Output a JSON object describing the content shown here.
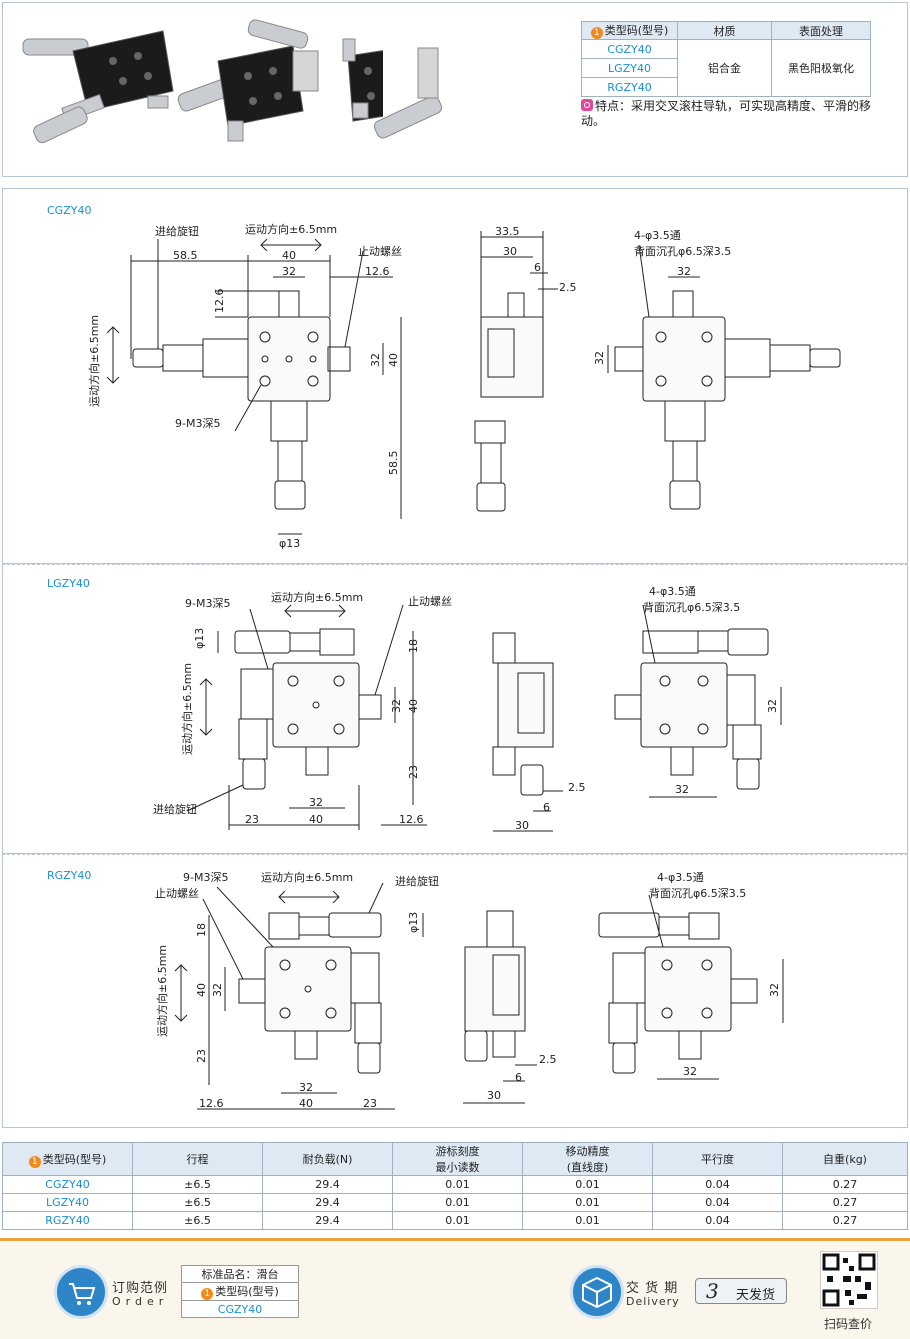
{
  "spec_table": {
    "headers": [
      "类型码(型号)",
      "材质",
      "表面处理"
    ],
    "models": [
      "CGZY40",
      "LGZY40",
      "RGZY40"
    ],
    "material": "铝合金",
    "surface": "黑色阳极氧化"
  },
  "feature_text": "特点：采用交叉滚柱导轨，可实现高精度、平滑的移动。",
  "sections": {
    "cgzy": {
      "title": "CGZY40",
      "labels": {
        "feed_knob": "进给旋钮",
        "motion_dir": "运动方向±6.5mm",
        "stop_screw": "止动螺丝",
        "motion_vertical": "运动方向±6.5mm",
        "tap": "9-M3深5",
        "through_hole": "4-φ3.5通",
        "counterbore": "背面沉孔φ6.5深3.5"
      },
      "dims": {
        "d58_5": "58.5",
        "d40": "40",
        "d32": "32",
        "d12_6": "12.6",
        "d12_6b": "12.6",
        "d32v": "32",
        "d40v": "40",
        "d58_5v": "58.5",
        "d13": "φ13",
        "d33_5": "33.5",
        "d30": "30",
        "d6": "6",
        "d2_5": "2.5",
        "d32r": "32",
        "d32rv": "32"
      }
    },
    "lgzy": {
      "title": "LGZY40",
      "labels": {
        "tap": "9-M3深5",
        "motion_dir": "运动方向±6.5mm",
        "stop_screw": "止动螺丝",
        "motion_vertical": "运动方向±6.5mm",
        "feed_knob": "进给旋钮",
        "through_hole": "4-φ3.5通",
        "counterbore": "背面沉孔φ6.5深3.5"
      },
      "dims": {
        "d13": "φ13",
        "d18": "18",
        "d32v": "32",
        "d40v": "40",
        "d23v": "23",
        "d32": "32",
        "d23": "23",
        "d40": "40",
        "d12_6": "12.6",
        "d2_5": "2.5",
        "d6": "6",
        "d30": "30",
        "d32r": "32",
        "d32rv": "32"
      }
    },
    "rgzy": {
      "title": "RGZY40",
      "labels": {
        "tap": "9-M3深5",
        "motion_dir": "运动方向±6.5mm",
        "feed_knob": "进给旋钮",
        "stop_screw": "止动螺丝",
        "motion_vertical": "运动方向±6.5mm",
        "through_hole": "4-φ3.5通",
        "counterbore": "背面沉孔φ6.5深3.5"
      },
      "dims": {
        "d13": "φ13",
        "d18": "18",
        "d40v": "40",
        "d32v": "32",
        "d23v": "23",
        "d32": "32",
        "d12_6": "12.6",
        "d40": "40",
        "d23": "23",
        "d2_5": "2.5",
        "d6": "6",
        "d30": "30",
        "d32rv": "32",
        "d32r": "32"
      }
    }
  },
  "main_table": {
    "headers": [
      "类型码(型号)",
      "行程",
      "耐负载(N)",
      "游标刻度\n最小读数",
      "移动精度\n(直线度)",
      "平行度",
      "自重(kg)"
    ],
    "rows": [
      [
        "CGZY40",
        "±6.5",
        "29.4",
        "0.01",
        "0.01",
        "0.04",
        "0.27"
      ],
      [
        "LGZY40",
        "±6.5",
        "29.4",
        "0.01",
        "0.01",
        "0.04",
        "0.27"
      ],
      [
        "RGZY40",
        "±6.5",
        "29.4",
        "0.01",
        "0.01",
        "0.04",
        "0.27"
      ]
    ]
  },
  "footer": {
    "order_cn": "订购范例",
    "order_en": "Order",
    "order_std": "标准品名：滑台",
    "order_type": "类型码(型号)",
    "order_model": "CGZY40",
    "delivery_cn": "交 货 期",
    "delivery_en": "Delivery",
    "delivery_days": "3",
    "delivery_text": "天发货",
    "qr_text": "扫码查价"
  },
  "colors": {
    "accent": "#1a8fd0",
    "header_bg": "#dfe9f3",
    "footer_border": "#e8a23b",
    "badge": "#f08a1c"
  }
}
